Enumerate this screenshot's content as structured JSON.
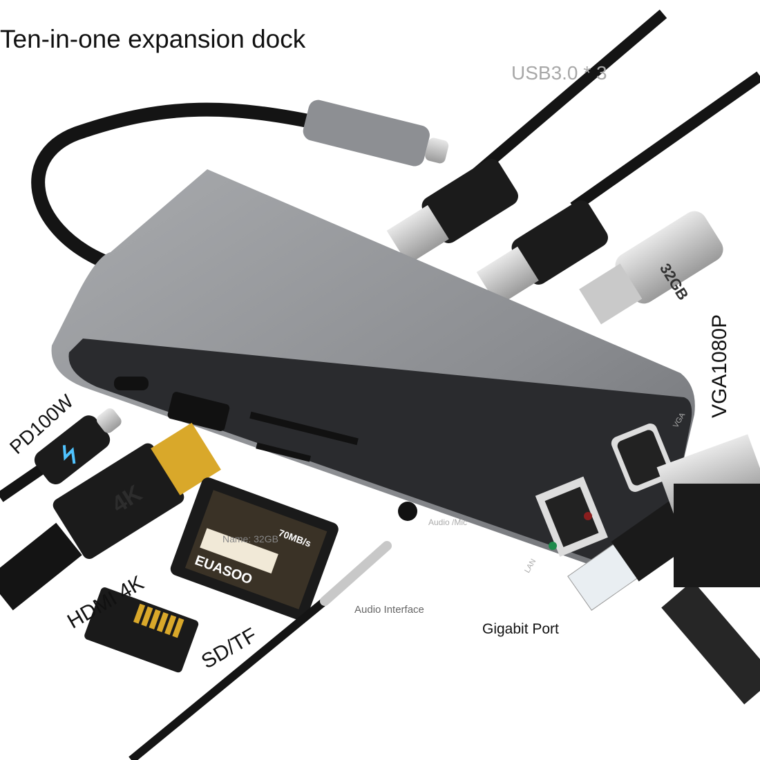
{
  "title": "Ten-in-one expansion dock",
  "labels": {
    "usb": "USB3.0 * 3",
    "vga": "VGA1080P",
    "pd": "PD100W",
    "hdmi": "HDMI 4K",
    "sdtf": "SD/TF",
    "audio": "Audio Interface",
    "gigabit": "Gigabit Port",
    "card_name": "Name: 32GB"
  },
  "device_markings": {
    "flash_drive": "32GB",
    "hdmi_plug": "4K",
    "sd_brand": "EUASOO",
    "sd_speed": "70MB/s",
    "audio_port": "Audio /Mic",
    "lan_port": "LAN",
    "vga_port": "VGA"
  },
  "colors": {
    "body": "#8a8c90",
    "panel": "#2a2b2e",
    "cable": "#141414",
    "gold": "#d9a82a"
  }
}
